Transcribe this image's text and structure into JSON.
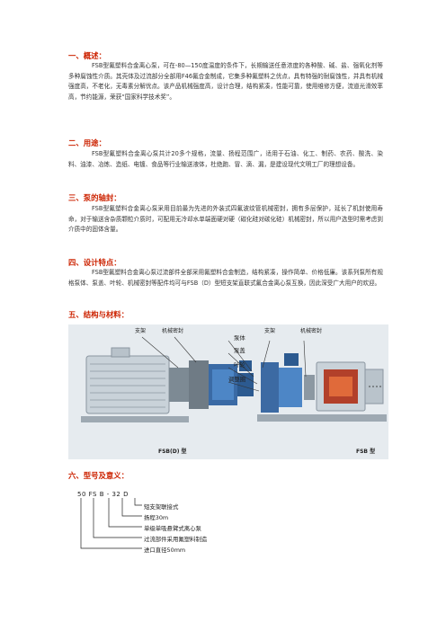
{
  "sections": [
    {
      "heading": "一、概述：",
      "body": "FSB型氟塑料合金离心泵，可在-80—150度温度的条件下，长期输送任意浓度的各种酸、碱、盐、强氧化剂等多种腐蚀性介质。其壳体及过流部分全部用F46氟合金制成，它集多种氟塑料之优点，具有特强的耐腐蚀性，并具有机械强度高，不老化，无毒素分解优点。该产品机械强度高，设计合理，结构紧凑，性能可靠，使用维修方便，流道光滑效率高，节约能源，荣获“国家科学技术奖”。"
    },
    {
      "heading": "二、用途：",
      "body": "FSB型氟塑料合金离心泵共计20多个规格，流量、扬程范围广，适用于石油、化工、制药、农药、酸洗、染料、油漆、冶炼、造纸、电镀、食品等行业输送液体，杜绝跑、冒、滴、漏，是建设现代文明工厂的理想设备。"
    },
    {
      "heading": "三、泵的轴封：",
      "body": "FSB型氟塑料合金离心泵采用目前最为先进的外装式四氟波纹管机械密封，拥有多层保护，延长了机封使用寿命，对于输送含杂质颗粒介质时，可配用无冷却水单端面硬对硬（碳化硅对碳化硅）机械密封，所以用户选型时需考虑到介质中的固体含量。"
    },
    {
      "heading": "四、设计特点：",
      "body": "FSB型氟塑料合金离心泵过流部件全部采用氟塑料合金制造，结构紧凑，操作简单、价格低廉。该系列泵所有规格泵体、泵盖、叶轮、机械密封等配件均可与FSB（D）型短支架直联式氟合金离心泵互换，因此深受广大用户的欢迎。"
    },
    {
      "heading": "五、结构与材料：",
      "body": ""
    },
    {
      "heading": "六、型号及意义：",
      "body": ""
    }
  ],
  "figure": {
    "labels": {
      "left_support": "支架",
      "left_seal": "机械密封",
      "body": "泵体",
      "cover": "泵盖",
      "impeller": "叶轮",
      "ring": "调整圈",
      "right_support": "支架",
      "right_seal": "机械密封",
      "left_caption": "FSB(D) 型",
      "right_caption": "FSB 型"
    }
  },
  "model": {
    "code": "50 FS B - 32 D",
    "meanings": [
      "短支架联接式",
      "扬程30m",
      "单级单吸悬臂式离心泵",
      "过流部件采用氟塑料制造",
      "进口直径50mm"
    ]
  },
  "colors": {
    "heading": "#cc2200"
  }
}
